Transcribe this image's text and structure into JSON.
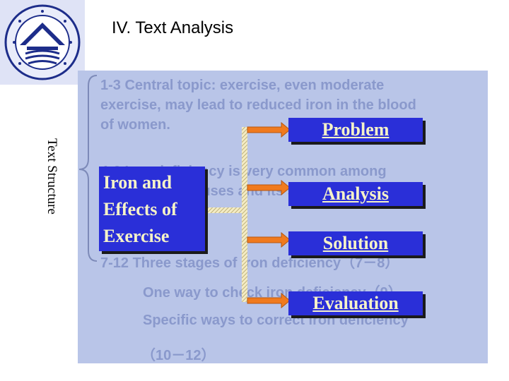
{
  "header": {
    "title": "IV. Text Analysis"
  },
  "side_label": "Text Structure",
  "background_text": {
    "line1": "1-3     Central topic: exercise, even moderate",
    "line2": "exercise, may lead to reduced iron in the blood",
    "line3": "of women.",
    "line4": "4-6  Iron deficiency is very common among",
    "line5": "women. The causes and its specific",
    "line6": "7-12  Three stages of iron deficiency（7－8）",
    "line7": "One way to check iron deficiency（9）",
    "line8": "Specific ways to correct iron deficiency",
    "line9": "（10－12）"
  },
  "topic_box": {
    "lines": [
      "Iron and",
      "Effects of",
      "Exercise"
    ]
  },
  "stages": [
    {
      "label": "Problem"
    },
    {
      "label": "Analysis"
    },
    {
      "label": "Solution"
    },
    {
      "label": "Evaluation"
    }
  ],
  "colors": {
    "content_bg": "#b9c5e8",
    "box_fill": "#2a2fd8",
    "box_text": "#f5f2c8",
    "arrow": "#f07a1e",
    "faded_text": "#8a99cc"
  },
  "icons": {
    "logo": "university-seal-logo"
  }
}
